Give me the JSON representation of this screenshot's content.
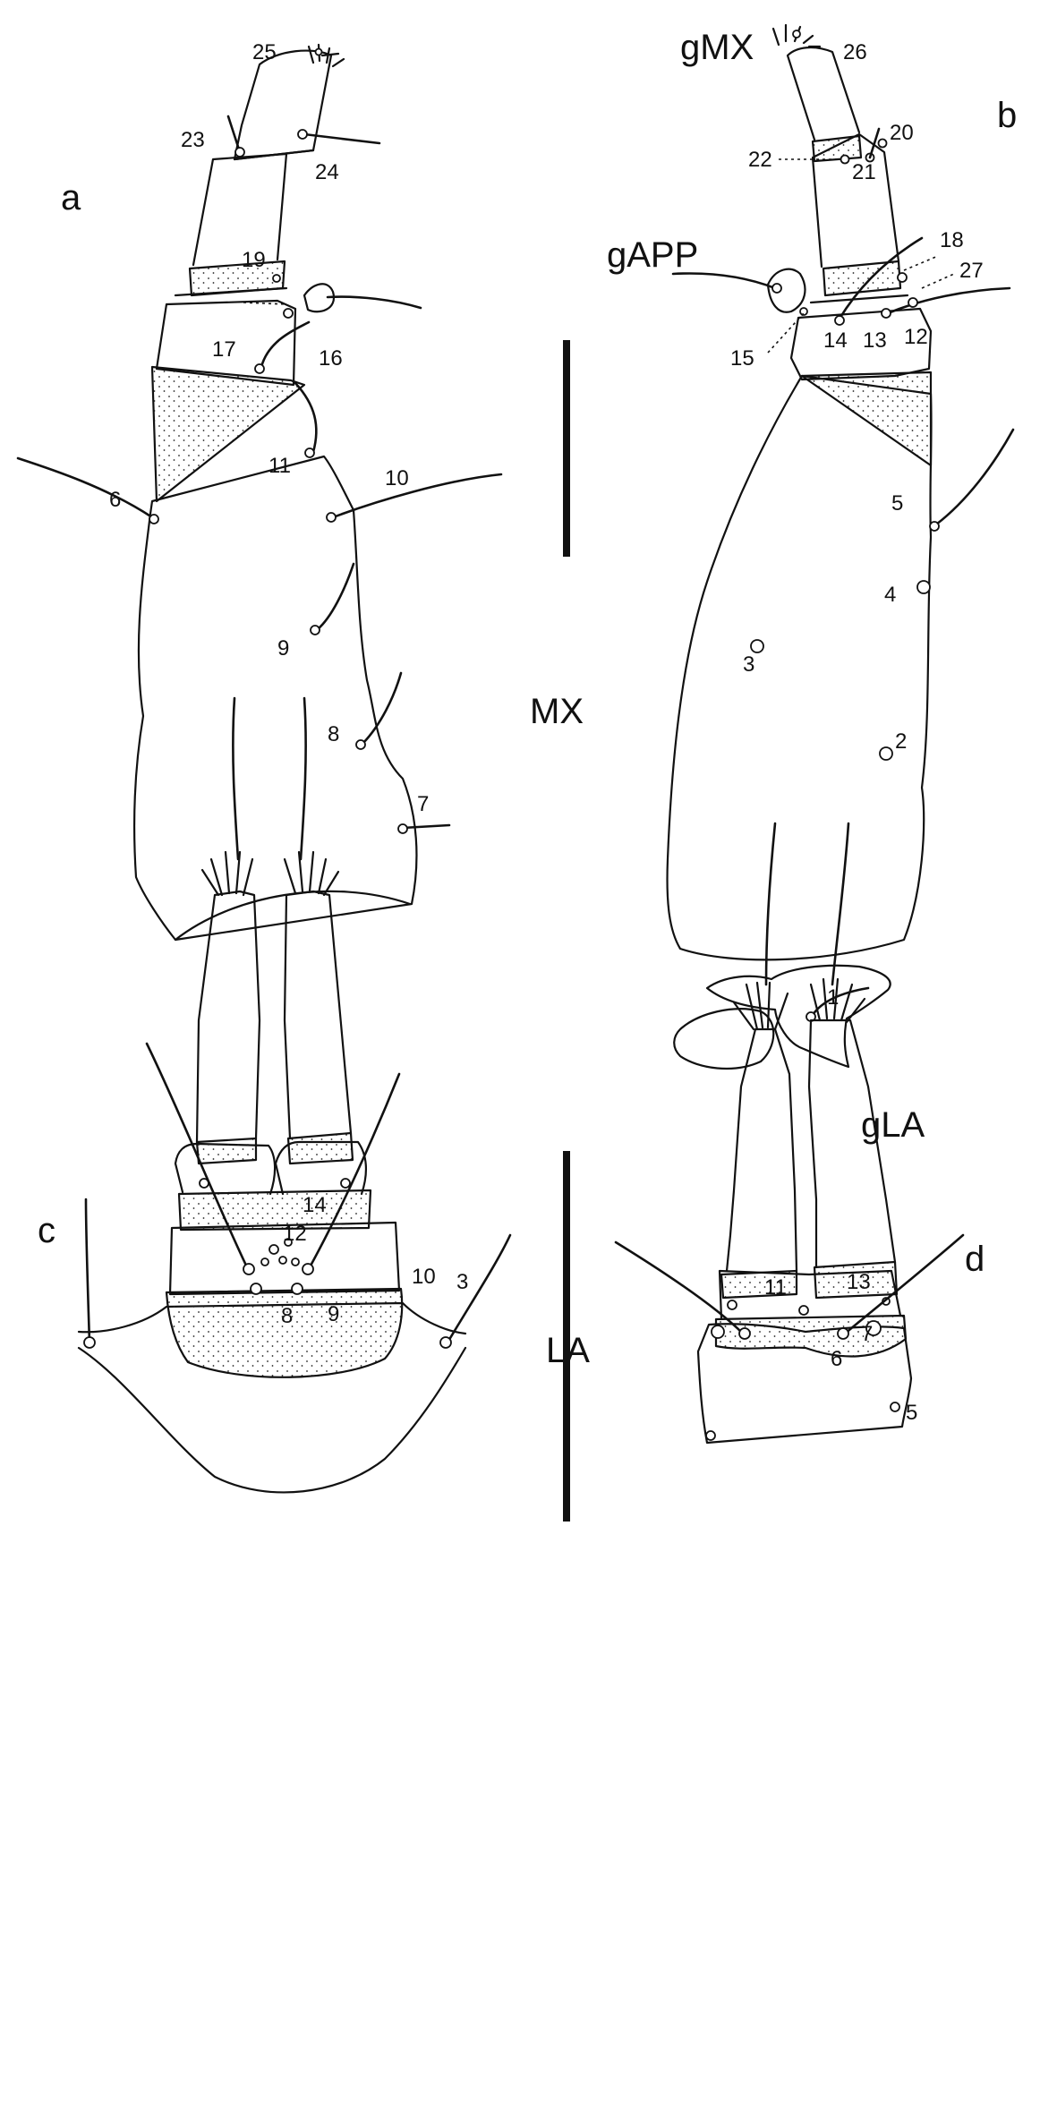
{
  "panels": {
    "a": "a",
    "b": "b",
    "c": "c",
    "d": "d"
  },
  "structure_labels": {
    "mx": "MX",
    "la": "LA",
    "gmx": "gMX",
    "gapp": "gAPP",
    "gla": "gLA"
  },
  "panel_a_setae": [
    "25",
    "23",
    "24",
    "19",
    "17",
    "16",
    "11",
    "10",
    "6",
    "9",
    "8",
    "7"
  ],
  "panel_b_setae": [
    "26",
    "20",
    "22",
    "21",
    "18",
    "27",
    "15",
    "14",
    "13",
    "12",
    "5",
    "4",
    "3",
    "2",
    "1"
  ],
  "panel_c_setae": [
    "10",
    "14",
    "12",
    "8",
    "9",
    "3"
  ],
  "panel_d_setae": [
    "11",
    "13",
    "7",
    "6",
    "5"
  ]
}
